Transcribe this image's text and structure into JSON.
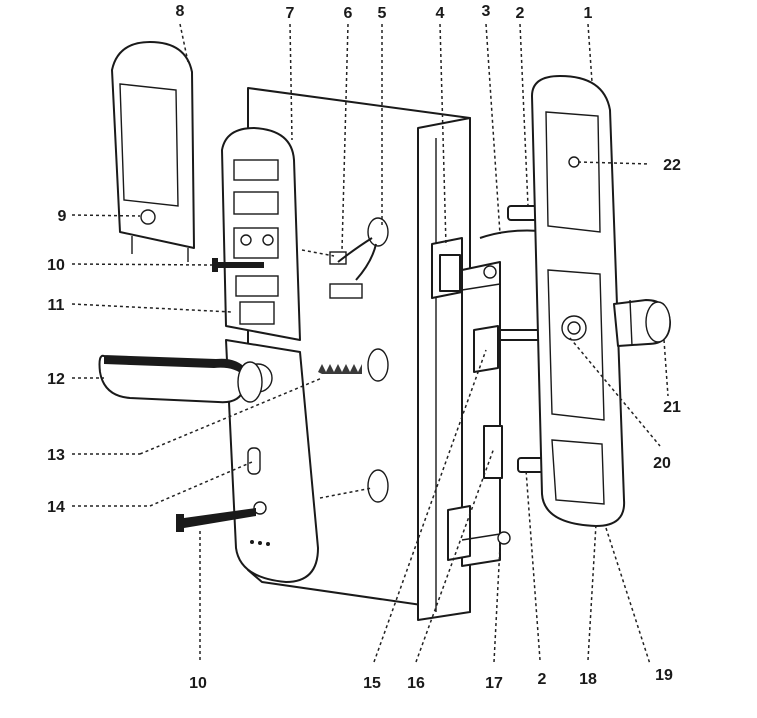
{
  "callouts": {
    "c1": "1",
    "c2a": "2",
    "c2b": "2",
    "c3": "3",
    "c4": "4",
    "c5": "5",
    "c6": "6",
    "c7": "7",
    "c8": "8",
    "c9": "9",
    "c10a": "10",
    "c10b": "10",
    "c11": "11",
    "c12": "12",
    "c13": "13",
    "c14": "14",
    "c15": "15",
    "c16": "16",
    "c17": "17",
    "c18": "18",
    "c19": "19",
    "c20": "20",
    "c21": "21",
    "c22": "22"
  },
  "colors": {
    "ink": "#1a1a1a",
    "accent_red": "#d62828"
  }
}
